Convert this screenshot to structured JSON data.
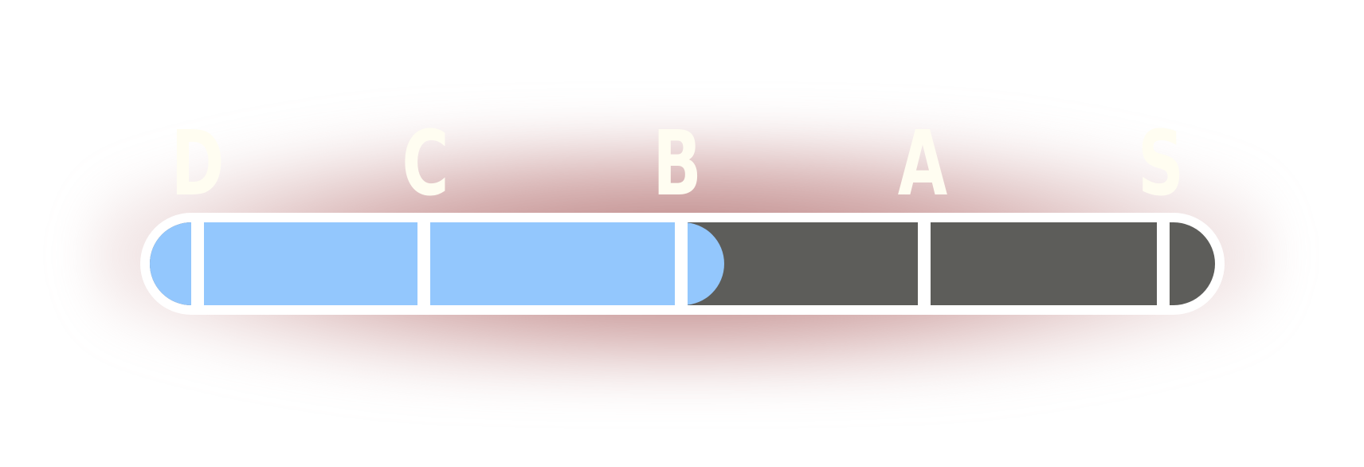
{
  "rank_meter": {
    "grades": [
      "D",
      "C",
      "B",
      "A",
      "S"
    ],
    "progress": 0.5,
    "colors": {
      "filled": "#93c7fd",
      "empty": "#5d5d5a",
      "frame": "#ffffff",
      "label": "#fffdf1",
      "glow": "#b87a7a"
    }
  }
}
